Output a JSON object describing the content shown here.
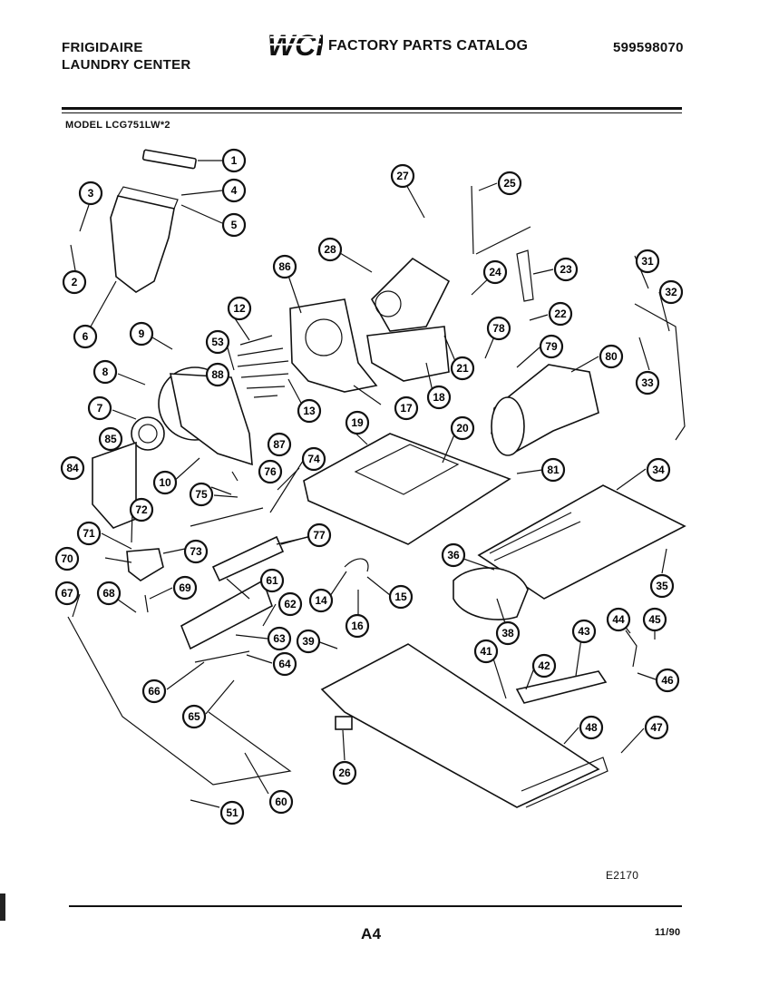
{
  "header": {
    "brand_line1": "FRIGIDAIRE",
    "brand_line2": "LAUNDRY CENTER",
    "logo_text": "WCI",
    "catalog_title": "FACTORY PARTS CATALOG",
    "catalog_number": "599598070"
  },
  "model": {
    "label": "MODEL LCG751LW*2"
  },
  "callouts": [
    "1",
    "2",
    "3",
    "4",
    "5",
    "6",
    "7",
    "8",
    "9",
    "10",
    "12",
    "13",
    "14",
    "15",
    "16",
    "17",
    "18",
    "19",
    "20",
    "21",
    "22",
    "23",
    "24",
    "25",
    "26",
    "27",
    "28",
    "31",
    "32",
    "33",
    "34",
    "35",
    "36",
    "38",
    "39",
    "41",
    "42",
    "43",
    "44",
    "45",
    "46",
    "47",
    "48",
    "51",
    "53",
    "60",
    "61",
    "62",
    "63",
    "64",
    "65",
    "66",
    "67",
    "68",
    "69",
    "70",
    "71",
    "72",
    "73",
    "74",
    "75",
    "76",
    "77",
    "78",
    "79",
    "80",
    "81",
    "84",
    "85",
    "86",
    "87",
    "88"
  ],
  "footer": {
    "diagram_code": "E2170",
    "page_number": "A4",
    "revision_date": "11/90"
  },
  "colors": {
    "ink": "#111111",
    "paper": "#ffffff"
  }
}
